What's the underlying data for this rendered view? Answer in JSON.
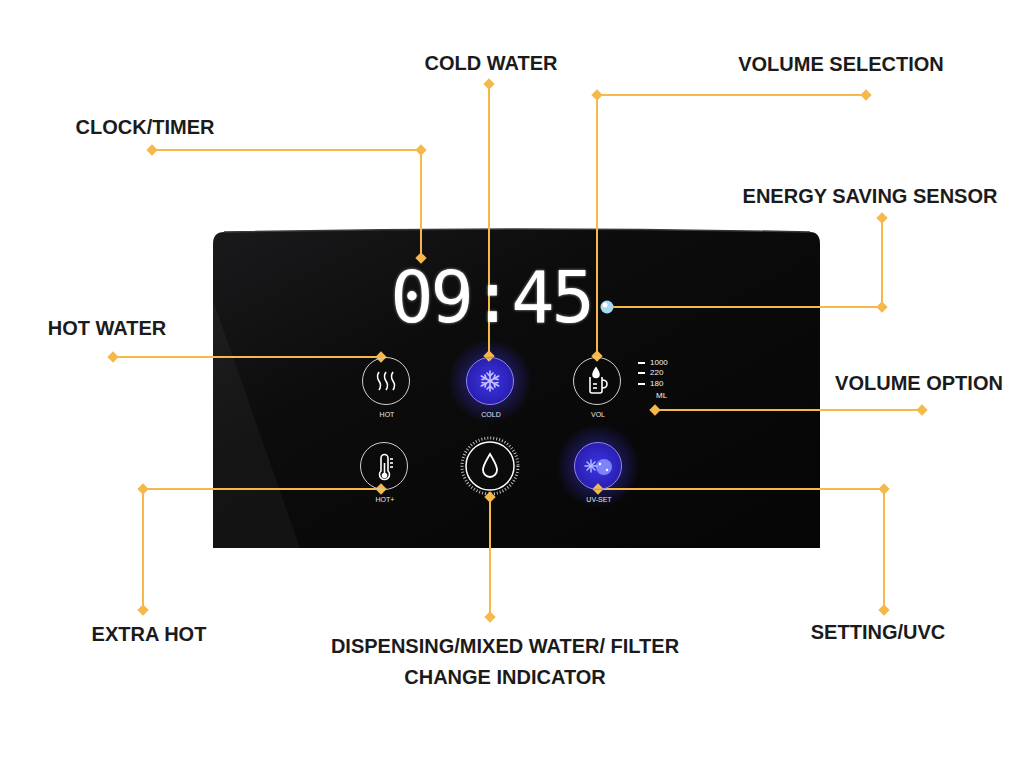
{
  "diagram": {
    "nodes": [
      {
        "text": [
          "09:45"
        ]
      },
      {
        "text": [
          "HOT"
        ],
        "in": 0
      },
      {
        "text": [
          "COLD"
        ],
        "in": 0
      },
      {
        "text": [
          "VOL"
        ],
        "in": 0
      },
      {
        "text": [
          "HOT+"
        ],
        "in": 0
      },
      {
        "text": [
          "UV-SET"
        ],
        "in": 0
      }
    ],
    "labels": [
      "COLD WATER",
      "VOLUME SELECTION",
      "CLOCK/TIMER",
      "ENERGY SAVING SENSOR",
      "HOT WATER",
      "1000",
      "220",
      "180",
      "ML",
      "VOLUME OPTION",
      "EXTRA HOT",
      "DISPENSING/MIXED WATER/ FILTER CHANGE INDICATOR",
      "SETTING/UVC"
    ]
  }
}
